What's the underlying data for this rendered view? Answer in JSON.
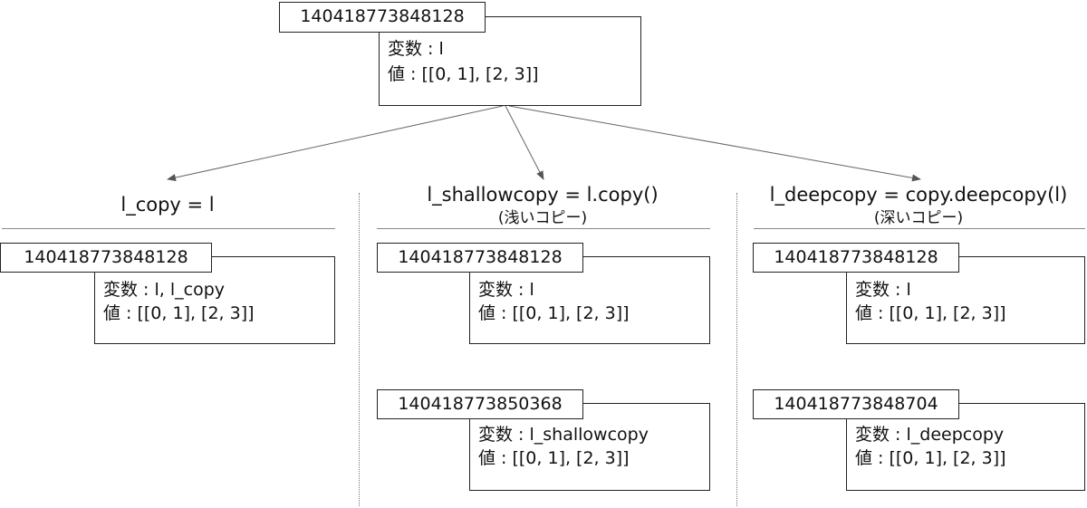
{
  "labels": {
    "var_prefix": "変数 : ",
    "val_prefix": "値 : "
  },
  "root": {
    "address": "140418773848128",
    "variable": "l",
    "value": "[[0, 1], [2, 3]]"
  },
  "columns": [
    {
      "heading": "l_copy = l",
      "subheading": "",
      "objects": [
        {
          "address": "140418773848128",
          "variable": "l, l_copy",
          "value": "[[0, 1], [2, 3]]"
        }
      ]
    },
    {
      "heading": "l_shallowcopy = l.copy()",
      "subheading": "(浅いコピー)",
      "objects": [
        {
          "address": "140418773848128",
          "variable": "l",
          "value": "[[0, 1], [2, 3]]"
        },
        {
          "address": "140418773850368",
          "variable": "l_shallowcopy",
          "value": "[[0, 1], [2, 3]]"
        }
      ]
    },
    {
      "heading": "l_deepcopy = copy.deepcopy(l)",
      "subheading": "(深いコピー)",
      "objects": [
        {
          "address": "140418773848128",
          "variable": "l",
          "value": "[[0, 1], [2, 3]]"
        },
        {
          "address": "140418773848704",
          "variable": "l_deepcopy",
          "value": "[[0, 1], [2, 3]]"
        }
      ]
    }
  ]
}
